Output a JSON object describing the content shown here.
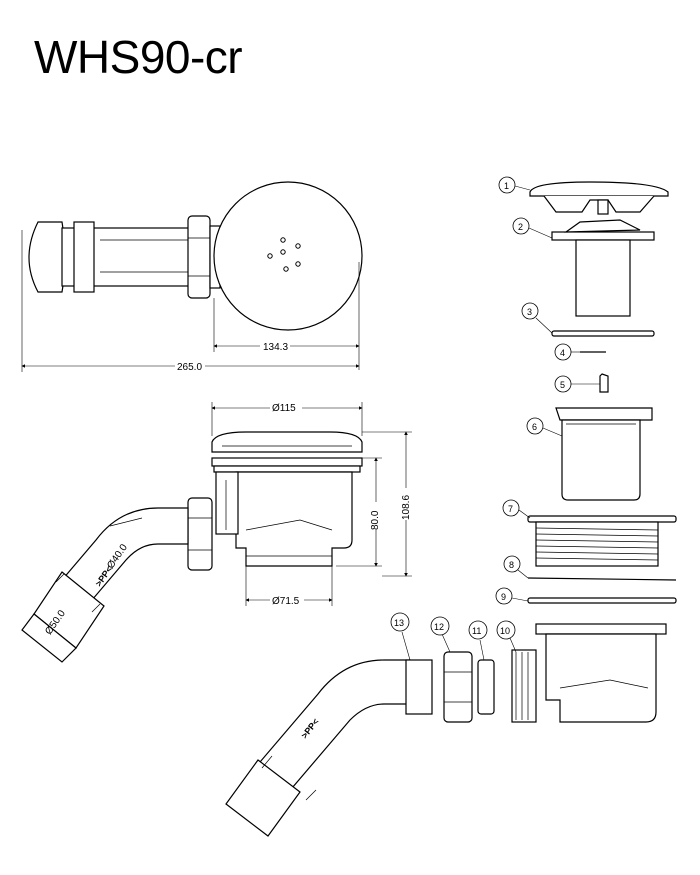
{
  "title": "WHS90-cr",
  "dimensions": {
    "length_total": "265.0",
    "trap_offset": "134.3",
    "cover_diameter": "Ø115",
    "body_height": "80.0",
    "overall_height": "108.6",
    "outlet_diameter": "Ø71.5",
    "pipe_inner": "Ø40.0",
    "pipe_outer": "Ø50.0"
  },
  "material_mark": ">PP<",
  "callouts": [
    "1",
    "2",
    "3",
    "4",
    "5",
    "6",
    "7",
    "8",
    "9",
    "10",
    "11",
    "12",
    "13"
  ]
}
